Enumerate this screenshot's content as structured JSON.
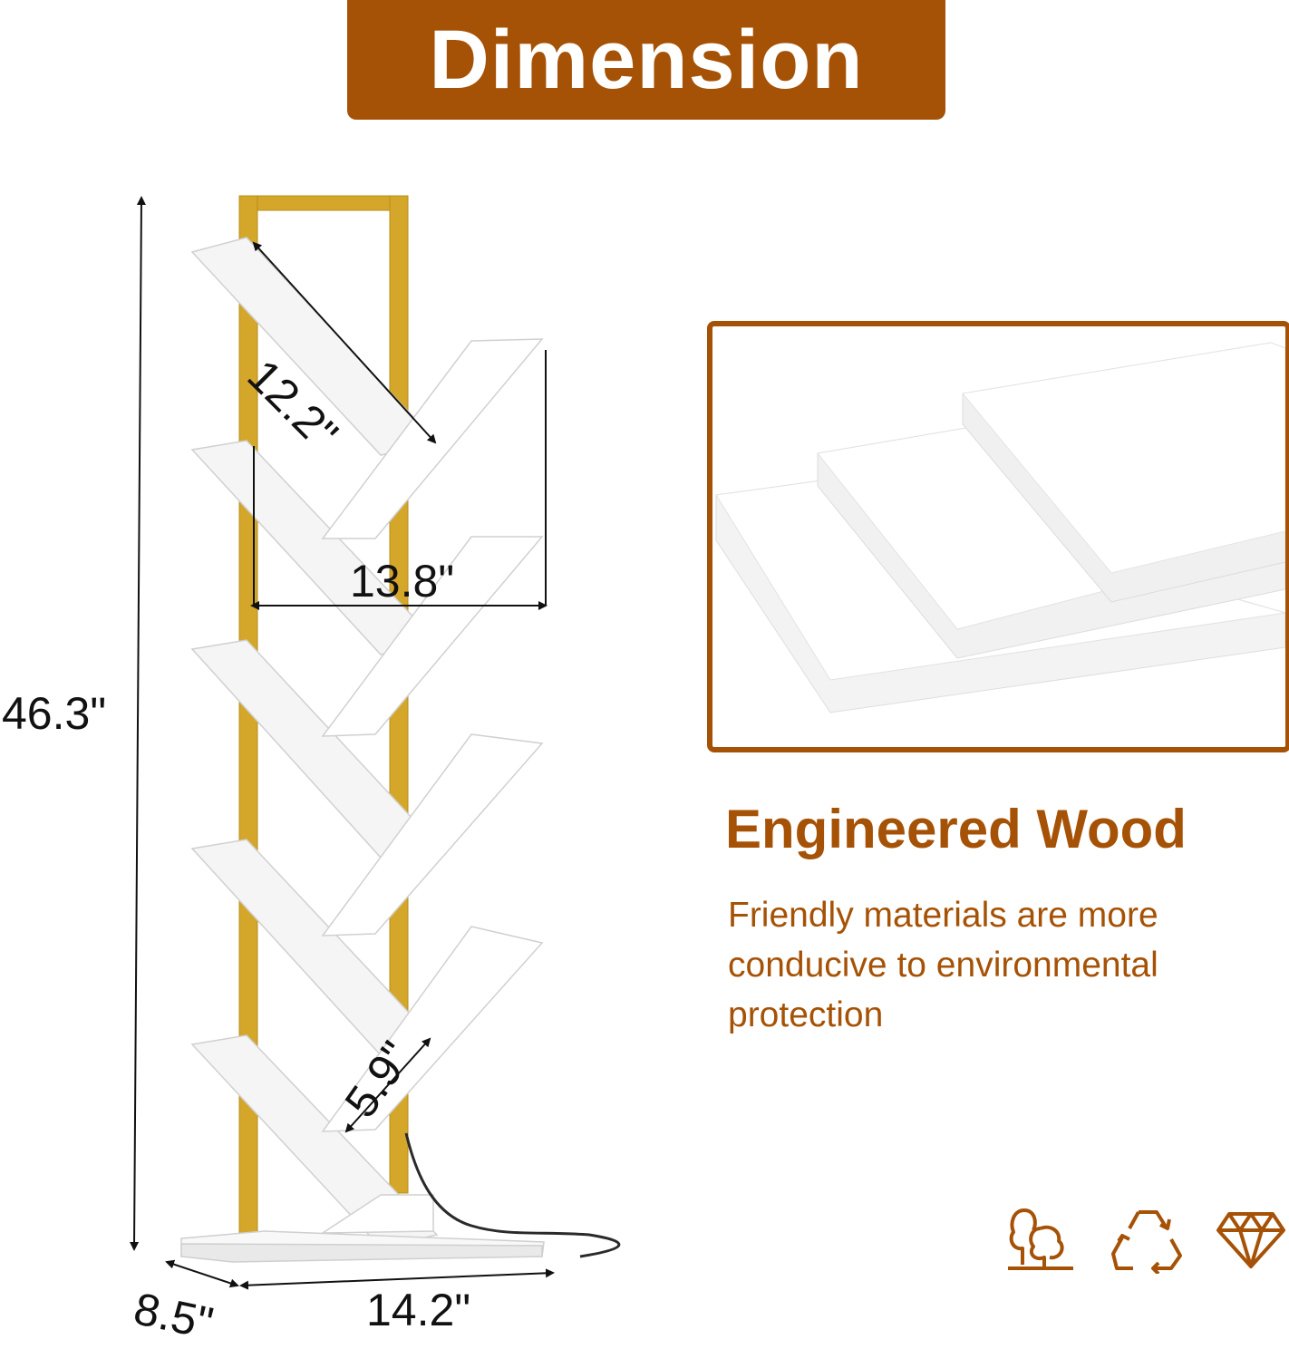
{
  "banner": {
    "title": "Dimension"
  },
  "dimensions": {
    "height": "46.3\"",
    "shelf_length": "12.2\"",
    "shelf_width": "13.8\"",
    "shelf_gap": "5.9\"",
    "depth": "8.5\"",
    "base_width": "14.2\""
  },
  "material": {
    "heading": "Engineered Wood",
    "description": "Friendly materials are more conducive to environmental protection"
  },
  "icons": [
    "tree-icon",
    "recycle-icon",
    "diamond-icon"
  ],
  "colors": {
    "accent": "#a65206",
    "frame_gold": "#d4a62a",
    "shelf_white": "#f7f7f7"
  }
}
